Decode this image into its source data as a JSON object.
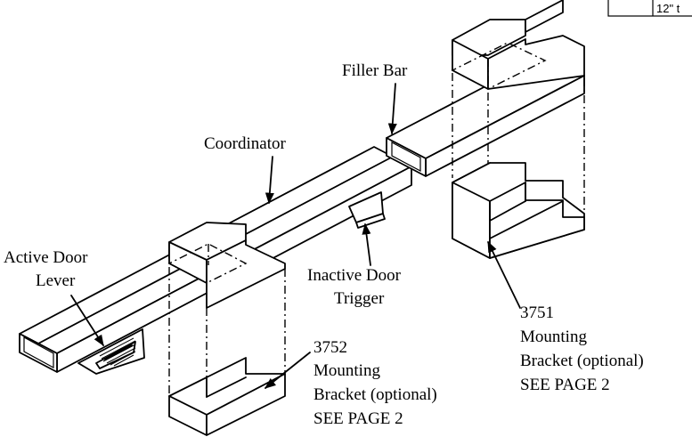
{
  "corner_table": {
    "visible_text": "12\" t"
  },
  "labels": {
    "filler_bar": "Filler Bar",
    "coordinator": "Coordinator",
    "active_door_lever_line1": "Active Door",
    "active_door_lever_line2": "Lever",
    "inactive_door_trigger_line1": "Inactive Door",
    "inactive_door_trigger_line2": "Trigger",
    "bracket_3752": {
      "number": "3752",
      "line1": "Mounting",
      "line2": "Bracket (optional)",
      "line3": "SEE PAGE 2"
    },
    "bracket_3751": {
      "number": "3751",
      "line1": "Mounting",
      "line2": "Bracket (optional)",
      "line3": "SEE PAGE 2"
    }
  }
}
